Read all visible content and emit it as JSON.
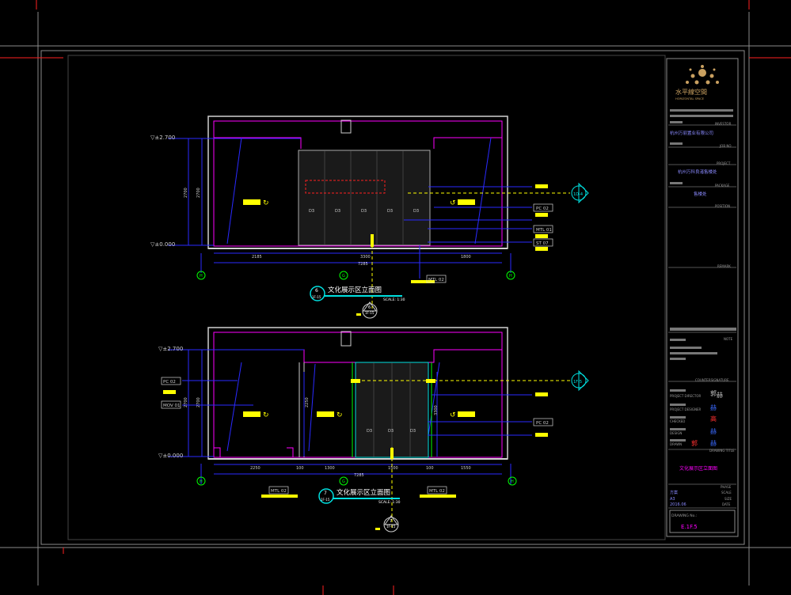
{
  "colors": {
    "background": "#000000",
    "frame": "#8a8a8a",
    "wall": "#d0d0d0",
    "magenta": "#ff00ff",
    "blue": "#2a2aff",
    "yellow": "#ffff00",
    "cyan": "#00e0e0",
    "green": "#00ff00",
    "red": "#ff2020"
  },
  "elevation1": {
    "level_top": "▽±2.700",
    "level_bottom": "▽±0.000",
    "height_dims": [
      "2700",
      "2700"
    ],
    "dims_top": [
      "2185",
      "3300",
      "1800"
    ],
    "dim_total": "7285",
    "grid_left": "H",
    "grid_mid": "G",
    "grid_right": "H",
    "panel_tags": [
      "D3",
      "D3",
      "D3",
      "D3",
      "D3"
    ],
    "callout_1": "PC 02",
    "callout_2": "MTL 01",
    "callout_3": "ST 07",
    "callout_bottom": "MTL 02",
    "section_ref": "1D-4",
    "title_num": "6",
    "title_sub": "1F-15",
    "title": "文化展示区立面图",
    "scale": "SCALE: 1:30",
    "bubble_num": "6",
    "bubble_sub": "1F-15"
  },
  "elevation2": {
    "level_top": "▽±2.700",
    "level_bottom": "▽±0.000",
    "height_dims": [
      "2700",
      "2700",
      "2250",
      "3300"
    ],
    "dims_top": [
      "2250",
      "100",
      "1300",
      "1500",
      "100",
      "1550"
    ],
    "dim_total": "7285",
    "grid_left": "H",
    "grid_mid": "G",
    "grid_right": "H",
    "panel_tags": [
      "D3",
      "D3",
      "D3"
    ],
    "callout_left_1": "PC 02",
    "callout_left_2": "MOV 01",
    "callout_right": "PC 02",
    "callout_bottom_1": "MTL 02",
    "callout_bottom_2": "MTL 02",
    "section_ref": "1F-5",
    "title_num": "7",
    "title_sub": "1F-15",
    "title": "文化展示区立面图",
    "scale": "SCALE: 1:30",
    "bubble_num": "7",
    "bubble_sub": "1F-15"
  },
  "titleblock": {
    "logo_text": "水平線空間",
    "logo_sub": "HORIZONTAL SPACE",
    "investor_label": "INVESTOR",
    "investor_value": "杭州万丽置业有限公司",
    "job_no_label": "JOB NO",
    "project_label": "PROJECT",
    "project_value": "杭州万科良渚售楼处",
    "package_label": "PACKAGE",
    "package_value": "售楼处",
    "position_label": "POSITION",
    "remark_label": "REMARK",
    "note_label": "NOTE",
    "counter_label": "COUNTERSIGNATURE",
    "project_director": "PROJECT DIRECTOR",
    "project_designer": "PROJECT DESIGNER",
    "checked": "CHECKED",
    "design": "DESIGN",
    "drawn": "DRAWN",
    "drawing_title_label": "DRAWING TITLE",
    "drawing_title": "文化展示区立面图",
    "phase_label": "PHASE",
    "phase_value": "方案",
    "scale_label": "SCALE",
    "scale_value": "A3",
    "size_label": "SIZE",
    "date_label": "DATE",
    "date_value": "2016.06",
    "drawing_no_label": "DRAWING No.:",
    "drawing_no": "E.1F.5"
  }
}
